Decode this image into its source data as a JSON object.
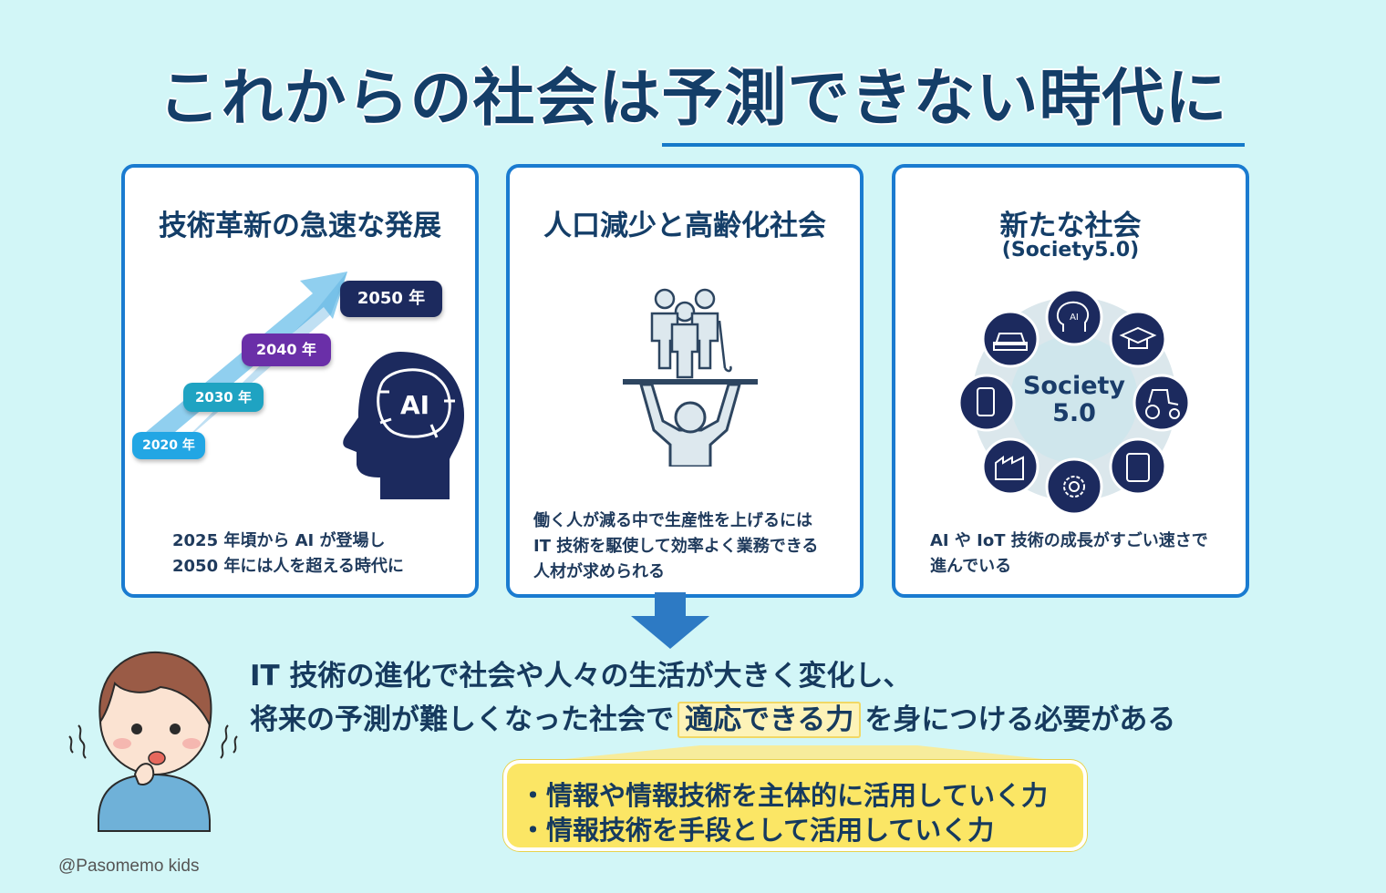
{
  "title": {
    "part1": "これからの社会は",
    "part2": "予測できない時代に"
  },
  "cards": [
    {
      "title": "技術革新の急速な発展",
      "years": [
        "2020 年",
        "2030 年",
        "2040 年",
        "2050 年"
      ],
      "ai_label": "AI",
      "lines": [
        "2025 年頃から AI が登場し",
        "2050 年には人を超える時代に"
      ]
    },
    {
      "title": "人口減少と高齢化社会",
      "lines": [
        "働く人が減る中で生産性を上げるには",
        "IT 技術を駆使して効率よく業務できる",
        "人材が求められる"
      ]
    },
    {
      "title": "新たな社会",
      "subtitle": "(Society5.0)",
      "center_line1": "Society",
      "center_line2": "5.0",
      "ai_badge": "AI",
      "lines": [
        "AI や IoT 技術の成長がすごい速さで",
        "進んでいる"
      ]
    }
  ],
  "conclusion": {
    "line1": "IT 技術の進化で社会や人々の生活が大きく変化し、",
    "line2_pre": "将来の予測が難しくなった社会で",
    "line2_highlight": "適応できる力",
    "line2_post": "を身につける必要がある"
  },
  "callout": {
    "items": [
      "・情報や情報技術を主体的に活用していく力",
      "・情報技術を手段として活用していく力"
    ]
  },
  "credit": "@Pasomemo kids",
  "colors": {
    "background": "#d2f6f7",
    "card_border": "#1a7bd0",
    "navy": "#1c2a5e",
    "purple": "#6a2fa8",
    "teal": "#1fa3c2",
    "sky": "#22a6e4",
    "callout": "#fbe665"
  },
  "icons": [
    "trend-arrow-icon",
    "ai-head-icon",
    "people-support-icon",
    "car-icon",
    "ai-brain-icon",
    "graduation-cap-icon",
    "tractor-icon",
    "tablet-icon",
    "gear-icon",
    "factory-icon",
    "smartphone-icon",
    "down-arrow-icon",
    "worried-child-illustration"
  ]
}
